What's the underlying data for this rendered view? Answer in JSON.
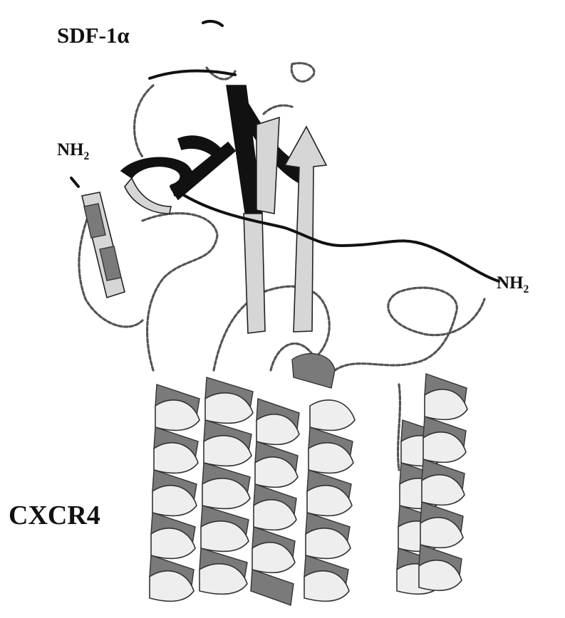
{
  "labels": {
    "ligand": "SDF-1α",
    "n_terminus_symbol": "NH",
    "n_terminus_subscript": "2",
    "receptor": "CXCR4"
  },
  "colors": {
    "background": "#ffffff",
    "ligand_ribbon": "#111111",
    "receptor_ribbon": "#eeeeee",
    "receptor_shadow": "#7a7a7a"
  }
}
